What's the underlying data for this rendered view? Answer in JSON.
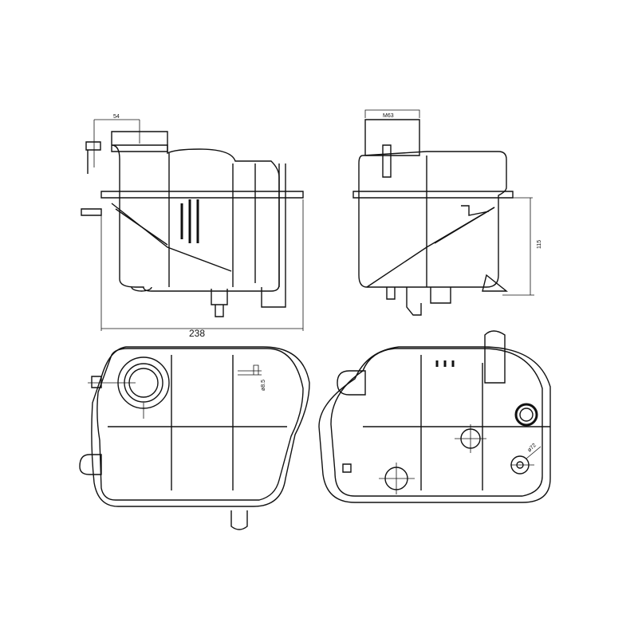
{
  "drawing": {
    "views": [
      "side-view-left",
      "side-view-right",
      "top-view",
      "bottom-view"
    ],
    "dimensions": {
      "width_top_left": "54",
      "thread": "M63",
      "height": "115",
      "overall_length": "238",
      "hole_diameter": "ø8.5",
      "cap_diameter": "ø72"
    }
  }
}
